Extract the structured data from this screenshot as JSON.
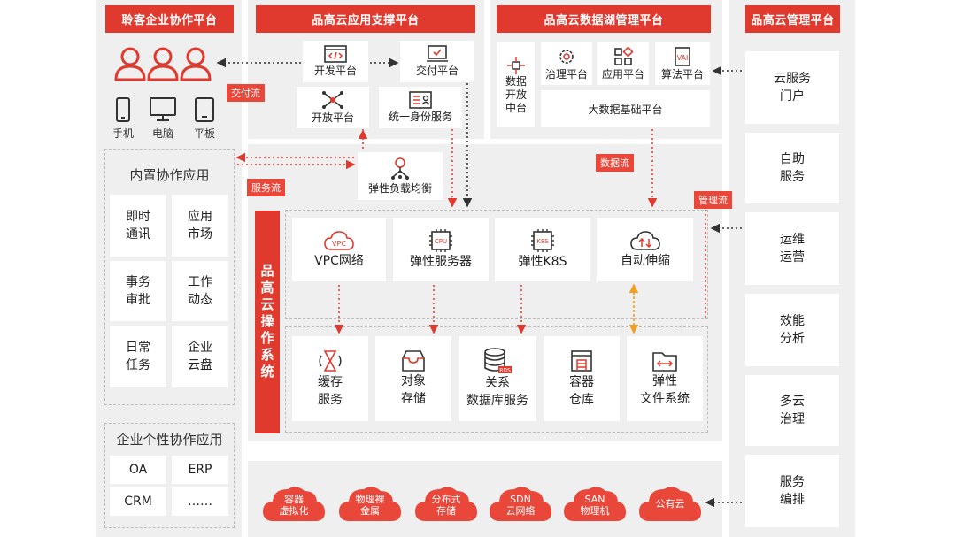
{
  "colors": {
    "accent": "#e03a2e",
    "panel": "#efefef",
    "dash": "#bdbdbd",
    "orange": "#f0a020"
  },
  "left": {
    "title": "聆客企业协作平台",
    "devices": [
      "手机",
      "电脑",
      "平板"
    ],
    "builtin_title": "内置协作应用",
    "builtin_apps": [
      "即时\n通讯",
      "应用\n市场",
      "事务\n审批",
      "工作\n动态",
      "日常\n任务",
      "企业\n云盘"
    ],
    "custom_title": "企业个性协作应用",
    "custom_apps": [
      "OA",
      "ERP",
      "CRM",
      "……"
    ]
  },
  "support": {
    "title": "品高云应用支撑平台",
    "items": [
      "开发平台",
      "交付平台",
      "开放平台",
      "统一身份服务"
    ]
  },
  "datalake": {
    "title": "品高云数据湖管理平台",
    "side": "数据\n开放\n中台",
    "items": [
      "治理平台",
      "应用平台",
      "算法平台"
    ],
    "base": "大数据基础平台"
  },
  "mgmt": {
    "title": "品高云管理平台",
    "items": [
      "云服务\n门户",
      "自助\n服务",
      "运维\n运营",
      "效能\n分析",
      "多云\n治理",
      "服务\n编排"
    ]
  },
  "flows": {
    "delivery": "交付流",
    "service": "服务流",
    "data": "数据流",
    "management": "管理流"
  },
  "lb": "弹性负载均衡",
  "os": {
    "title": "品高云操作系统",
    "top": [
      "VPC网络",
      "弹性服务器",
      "弹性K8S",
      "自动伸缩"
    ],
    "top_icon_text": [
      "VPC",
      "CPU",
      "K8S"
    ],
    "bottom": [
      "缓存\n服务",
      "对象\n存储",
      "关系\n数据库服务",
      "容器\n仓库",
      "弹性\n文件系统"
    ],
    "rds_label": "RDS"
  },
  "infra": [
    "容器\n虚拟化",
    "物理裸\n金属",
    "分布式\n存储",
    "SDN\n云网络",
    "SAN\n物理机",
    "公有云"
  ]
}
